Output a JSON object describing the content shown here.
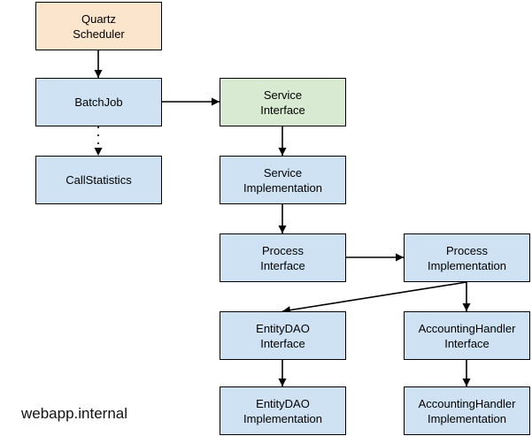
{
  "colors": {
    "scheduler_fill": "#fce5cd",
    "service_fill": "#d9ead3",
    "component_fill": "#cfe2f3",
    "border": "#000000"
  },
  "nodes": {
    "quartz_scheduler": {
      "lines": [
        "Quartz",
        "Scheduler"
      ],
      "fill": "scheduler"
    },
    "batch_job": {
      "lines": [
        "BatchJob"
      ],
      "fill": "component"
    },
    "call_statistics": {
      "lines": [
        "CallStatistics"
      ],
      "fill": "component"
    },
    "service_interface": {
      "lines": [
        "Service",
        "Interface"
      ],
      "fill": "service"
    },
    "service_implementation": {
      "lines": [
        "Service",
        "Implementation"
      ],
      "fill": "component"
    },
    "process_interface": {
      "lines": [
        "Process",
        "Interface"
      ],
      "fill": "component"
    },
    "process_implementation": {
      "lines": [
        "Process",
        "Implementation"
      ],
      "fill": "component"
    },
    "entitydao_interface": {
      "lines": [
        "EntityDAO",
        "Interface"
      ],
      "fill": "component"
    },
    "entitydao_implementation": {
      "lines": [
        "EntityDAO",
        "Implementation"
      ],
      "fill": "component"
    },
    "accountinghandler_interface": {
      "lines": [
        "AccountingHandler",
        "Interface"
      ],
      "fill": "component"
    },
    "accountinghandler_implementation": {
      "lines": [
        "AccountingHandler",
        "Implementation"
      ],
      "fill": "component"
    }
  },
  "edges": [
    {
      "from": "quartz_scheduler",
      "to": "batch_job",
      "style": "solid"
    },
    {
      "from": "batch_job",
      "to": "service_interface",
      "style": "solid"
    },
    {
      "from": "batch_job",
      "to": "call_statistics",
      "style": "dotted"
    },
    {
      "from": "service_interface",
      "to": "service_implementation",
      "style": "solid"
    },
    {
      "from": "service_implementation",
      "to": "process_interface",
      "style": "solid"
    },
    {
      "from": "process_interface",
      "to": "process_implementation",
      "style": "solid"
    },
    {
      "from": "process_implementation",
      "to": "entitydao_interface",
      "style": "solid"
    },
    {
      "from": "process_implementation",
      "to": "accountinghandler_interface",
      "style": "solid"
    },
    {
      "from": "entitydao_interface",
      "to": "entitydao_implementation",
      "style": "solid"
    },
    {
      "from": "accountinghandler_interface",
      "to": "accountinghandler_implementation",
      "style": "solid"
    }
  ],
  "watermark": "webapp.internal"
}
